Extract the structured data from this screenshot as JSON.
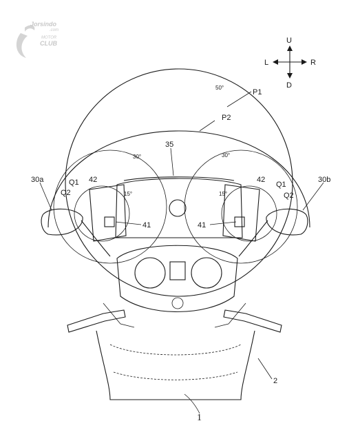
{
  "watermark": {
    "brand": "Jorsindo",
    "domain": ".com",
    "line1": "MOTOR",
    "line2": "CLUB"
  },
  "compass": {
    "up": "U",
    "down": "D",
    "left": "L",
    "right": "R"
  },
  "angles": {
    "p1": "50°",
    "left_mirror_outer": "30°",
    "right_mirror_outer": "30°",
    "left_mirror_inner": "15°",
    "right_mirror_inner": "15°"
  },
  "labels": {
    "p1": "P1",
    "p2": "P2",
    "windscreen": "35",
    "mirror_left": "30a",
    "mirror_right": "30b",
    "q1_left": "Q1",
    "q2_left": "Q2",
    "q1_right": "Q1",
    "q2_right": "Q2",
    "n42_left": "42",
    "n42_right": "42",
    "n41_left": "41",
    "n41_right": "41",
    "body": "2",
    "vehicle": "1"
  }
}
